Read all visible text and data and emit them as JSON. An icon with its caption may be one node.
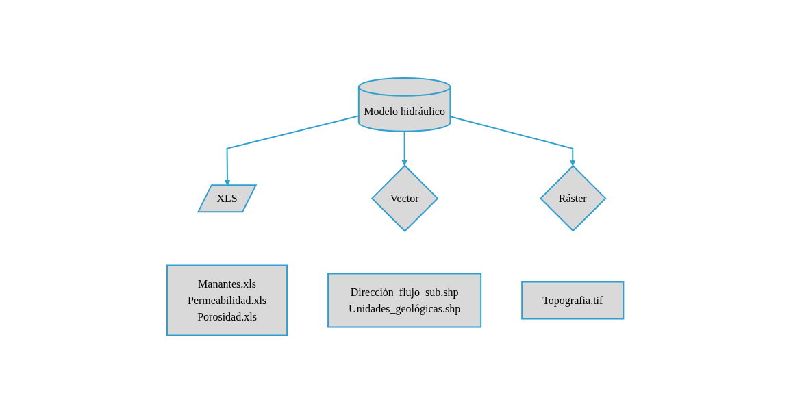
{
  "diagram": {
    "nodes": [
      {
        "text": [
          "Modelo hidráulico"
        ]
      },
      {
        "text": [
          "XLS"
        ]
      },
      {
        "text": [
          "Vector"
        ]
      },
      {
        "text": [
          "Ráster"
        ]
      },
      {
        "text": [
          "Manantes.xls",
          "Permeabilidad.xls",
          "Porosidad.xls"
        ]
      },
      {
        "text": [
          "Dirección_flujo_sub.shp",
          "Unidades_geológicas.shp"
        ]
      },
      {
        "text": [
          "Topografia.tif"
        ]
      }
    ],
    "edges": [
      {
        "from": 0,
        "to": 1,
        "arrow": "to"
      },
      {
        "from": 0,
        "to": 2,
        "arrow": "to"
      },
      {
        "from": 0,
        "to": 3,
        "arrow": "to"
      }
    ]
  }
}
